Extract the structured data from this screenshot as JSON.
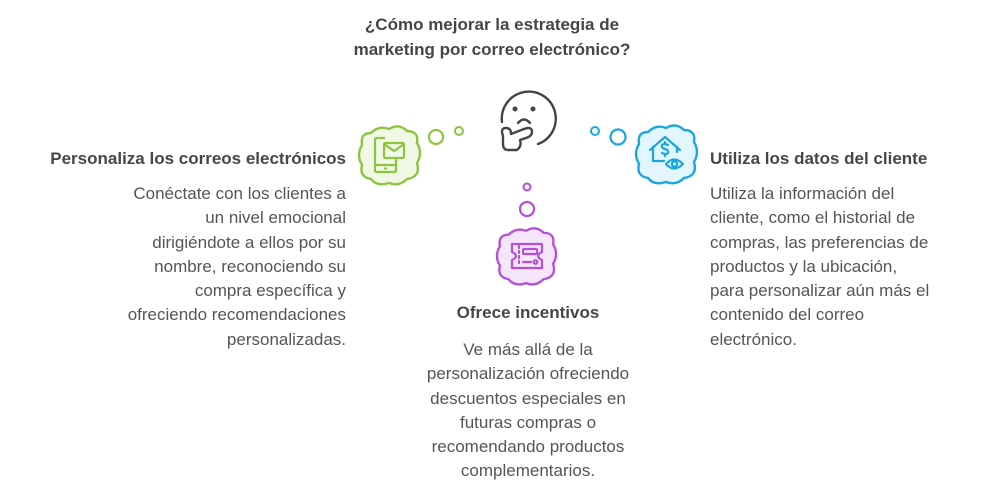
{
  "title": "¿Cómo mejorar la estrategia de marketing por correo electrónico?",
  "title_lines": [
    "¿Cómo mejorar la estrategia de",
    "marketing por correo electrónico?"
  ],
  "center_icon": "thinking-face-icon",
  "colors": {
    "text_heading": "#464646",
    "text_body": "#555555",
    "green_stroke": "#8cc63f",
    "green_fill": "#f1f9e6",
    "blue_stroke": "#1aa7e0",
    "blue_fill": "#e3f5fd",
    "purple_stroke": "#b44fd9",
    "purple_fill": "#f6e6fb",
    "face_stroke": "#444444"
  },
  "items": [
    {
      "id": "personalize",
      "heading": "Personaliza los correos electrónicos",
      "body_lines": [
        "Conéctate con los clientes a",
        "un nivel emocional",
        "dirigiéndote a ellos por su",
        "nombre, reconociendo su",
        "compra específica y",
        "ofreciendo recomendaciones",
        "personalizadas."
      ],
      "icon": "mobile-email-icon",
      "color": "green"
    },
    {
      "id": "incentives",
      "heading": "Ofrece incentivos",
      "body_lines": [
        "Ve más allá de la",
        "personalización ofreciendo",
        "descuentos especiales en",
        "futuras compras o",
        "recomendando productos",
        "complementarios."
      ],
      "icon": "coupon-ticket-icon",
      "color": "purple"
    },
    {
      "id": "customer-data",
      "heading": "Utiliza los datos del cliente",
      "body_lines": [
        "Utiliza la información del",
        "cliente, como el historial de",
        "compras, las preferencias de",
        "productos y la ubicación,",
        "para personalizar aún más el",
        "contenido del correo",
        "electrónico."
      ],
      "icon": "house-dollar-eye-icon",
      "color": "blue"
    }
  ]
}
